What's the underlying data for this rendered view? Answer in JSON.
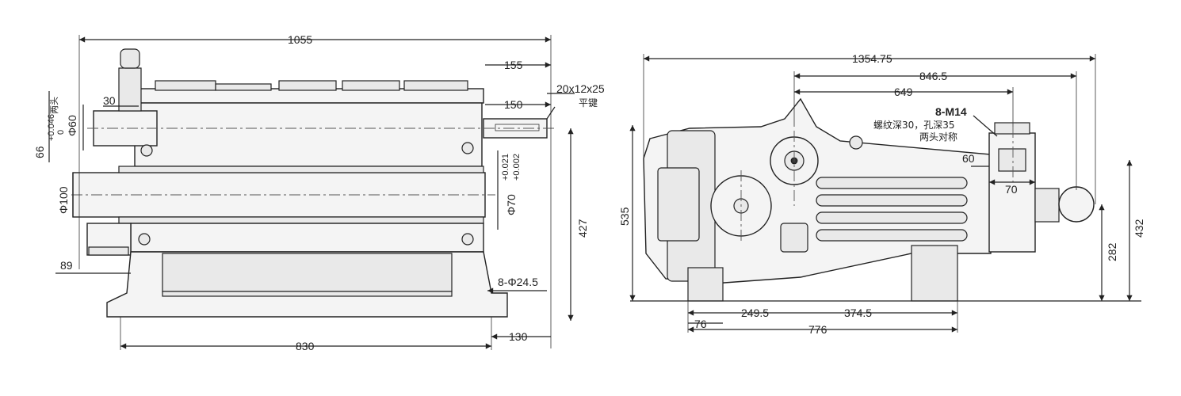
{
  "front_view": {
    "dimensions": {
      "overall_length": "1055",
      "to_shaft_end": "155",
      "to_shaft_face": "150",
      "key": "20x12x25",
      "key_note": "平键",
      "offset_30": "30",
      "port_diameter_small": "Φ60",
      "inlet_diameter": "Φ100",
      "tolerance_ref": "66",
      "tolerance_top": "+0.046",
      "tolerance_bottom": "0",
      "tolerance_note": "两头",
      "shaft_diameter": "Φ70",
      "shaft_tol_top": "+0.021",
      "shaft_tol_bottom": "+0.002",
      "height": "427",
      "bottom_offset": "89",
      "holes": "8-Φ24.5",
      "base_length": "830",
      "base_offset": "130"
    }
  },
  "side_view": {
    "dimensions": {
      "overall_length": "1354.75",
      "dim_846": "846.5",
      "dim_649": "649",
      "thread_spec": "8-M14",
      "thread_note_1": "螺纹深30，孔深35",
      "thread_note_2": "两头对称",
      "dim_60": "60",
      "dim_70": "70",
      "height": "535",
      "height_432": "432",
      "height_282": "282",
      "dim_76": "76",
      "dim_249": "249.5",
      "dim_374": "374.5",
      "dim_776": "776"
    }
  },
  "colors": {
    "line": "#222222",
    "fill": "#f4f4f4",
    "background": "#ffffff"
  }
}
